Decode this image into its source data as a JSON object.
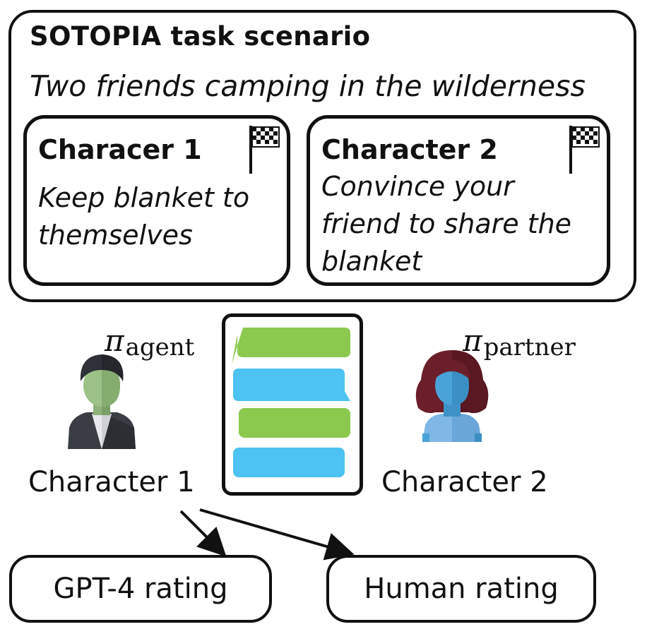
{
  "scenario": {
    "title": "SOTOPIA task scenario",
    "description": "Two friends camping in the wilderness"
  },
  "characters": [
    {
      "title": "Characer 1",
      "goal_lines": [
        "Keep blanket to",
        "themselves"
      ]
    },
    {
      "title": "Character 2",
      "goal_lines": [
        "Convince your",
        "friend to share the",
        "blanket"
      ]
    }
  ],
  "policies": {
    "agent": {
      "symbol": "π",
      "subscript": "agent"
    },
    "partner": {
      "symbol": "π",
      "subscript": "partner"
    }
  },
  "bottom_labels": {
    "character1": "Character 1",
    "character2": "Character 2"
  },
  "ratings": {
    "gpt4": "GPT-4 rating",
    "human": "Human rating"
  },
  "icons": {
    "flag": "checkered-flag-icon",
    "avatar1": "male-avatar-icon",
    "avatar2": "female-avatar-icon",
    "chat": "chat-bubbles-icon"
  },
  "colors": {
    "green_bubble": "#8bc94f",
    "blue_bubble": "#4cc3f2",
    "hair_female": "#6b1f2a",
    "skin_female": "#4aa3d8"
  }
}
